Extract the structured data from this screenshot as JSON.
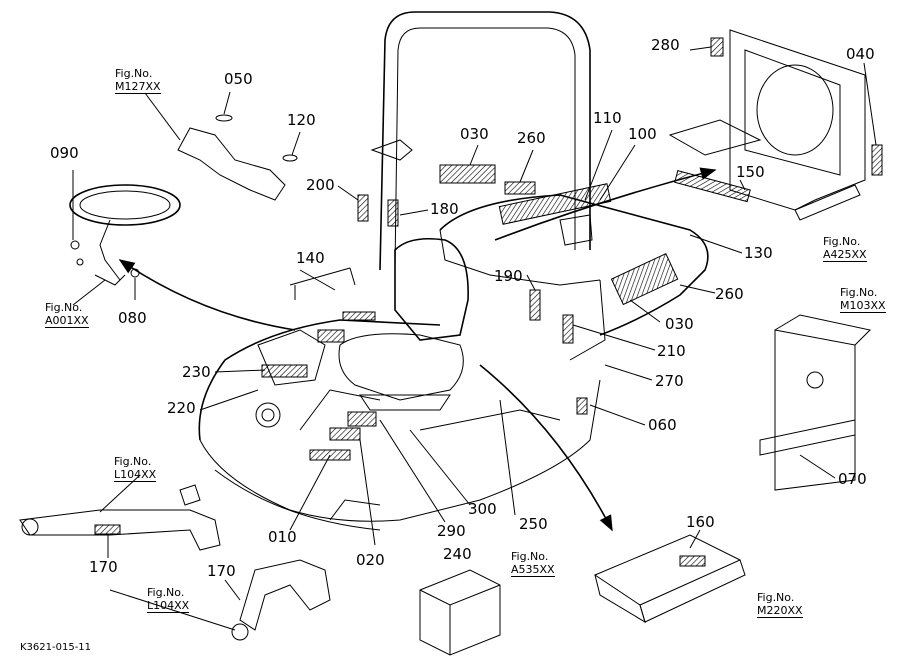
{
  "parts": [
    {
      "key": "p050",
      "text": "050"
    },
    {
      "key": "p120",
      "text": "120"
    },
    {
      "key": "p090",
      "text": "090"
    },
    {
      "key": "p080",
      "text": "080"
    },
    {
      "key": "p140",
      "text": "140"
    },
    {
      "key": "p230",
      "text": "230"
    },
    {
      "key": "p220",
      "text": "220"
    },
    {
      "key": "p200",
      "text": "200"
    },
    {
      "key": "p180",
      "text": "180"
    },
    {
      "key": "p030a",
      "text": "030"
    },
    {
      "key": "p260a",
      "text": "260"
    },
    {
      "key": "p110",
      "text": "110"
    },
    {
      "key": "p100",
      "text": "100"
    },
    {
      "key": "p280",
      "text": "280"
    },
    {
      "key": "p040",
      "text": "040"
    },
    {
      "key": "p150",
      "text": "150"
    },
    {
      "key": "p130",
      "text": "130"
    },
    {
      "key": "p190",
      "text": "190"
    },
    {
      "key": "p260b",
      "text": "260"
    },
    {
      "key": "p030b",
      "text": "030"
    },
    {
      "key": "p210",
      "text": "210"
    },
    {
      "key": "p270",
      "text": "270"
    },
    {
      "key": "p060",
      "text": "060"
    },
    {
      "key": "p070",
      "text": "070"
    },
    {
      "key": "p010",
      "text": "010"
    },
    {
      "key": "p020",
      "text": "020"
    },
    {
      "key": "p290",
      "text": "290"
    },
    {
      "key": "p300",
      "text": "300"
    },
    {
      "key": "p250",
      "text": "250"
    },
    {
      "key": "p240",
      "text": "240"
    },
    {
      "key": "p160",
      "text": "160"
    },
    {
      "key": "p170a",
      "text": "170"
    },
    {
      "key": "p170b",
      "text": "170"
    }
  ],
  "figure_refs": [
    {
      "key": "f_m127",
      "label": "Fig.No.",
      "code": "M127XX"
    },
    {
      "key": "f_a001",
      "label": "Fig.No.",
      "code": "A001XX"
    },
    {
      "key": "f_a425",
      "label": "Fig.No.",
      "code": "A425XX"
    },
    {
      "key": "f_m103",
      "label": "Fig.No.",
      "code": "M103XX"
    },
    {
      "key": "f_l104a",
      "label": "Fig.No.",
      "code": "L104XX"
    },
    {
      "key": "f_l104b",
      "label": "Fig.No.",
      "code": "L104XX"
    },
    {
      "key": "f_a535",
      "label": "Fig.No.",
      "code": "A535XX"
    },
    {
      "key": "f_m220",
      "label": "Fig.No.",
      "code": "M220XX"
    }
  ],
  "drawing_code": "K3621-015-11"
}
